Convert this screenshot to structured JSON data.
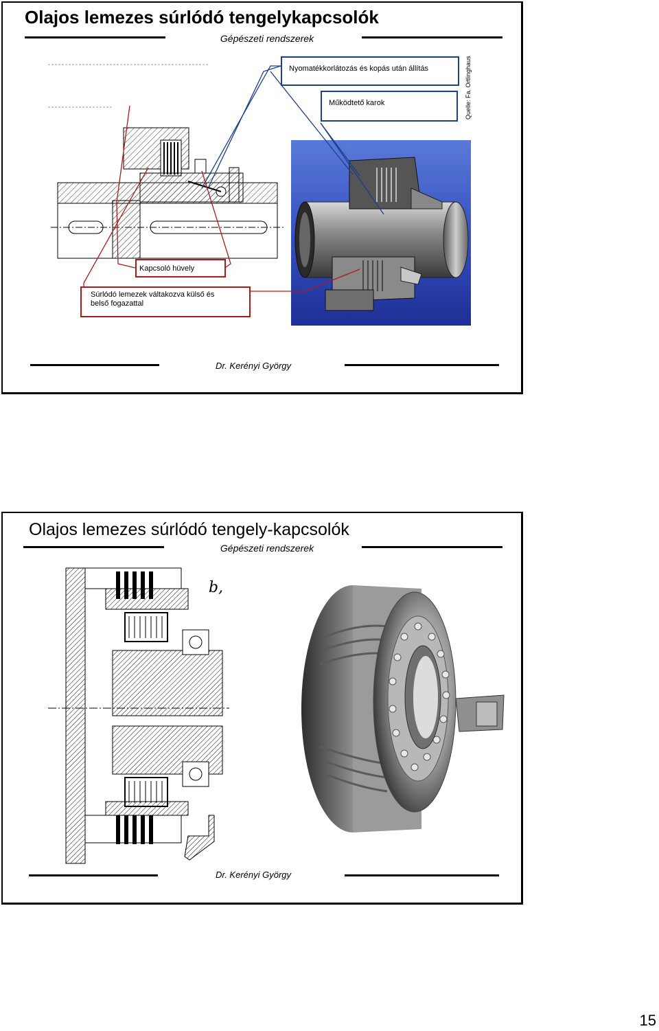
{
  "slide1": {
    "title": "Olajos lemezes súrlódó tengelykapcsolók",
    "subtitle": "Gépészeti rendszerek",
    "callouts": {
      "torque_limiting": "Nyomatékkorlátozás és kopás után állítás",
      "levers": "Működtető karok",
      "sleeve": "Kapcsoló hüvely",
      "plates_line1": "Súrlódó lemezek váltakozva külső és",
      "plates_line2": "belső fogazattal"
    },
    "source": "Quelle: Fa. Ortlinghaus",
    "footer": "Dr. Kerényi György"
  },
  "slide2": {
    "title": "Olajos lemezes súrlódó tengely-kapcsolók",
    "subtitle": "Gépészeti rendszerek",
    "drawing_label": "b,",
    "footer": "Dr. Kerényi György"
  },
  "page_number": "15",
  "colors": {
    "callout_red": "#b01818",
    "callout_blue": "#1a3f8f",
    "render_bg": "#2a3ea8"
  }
}
